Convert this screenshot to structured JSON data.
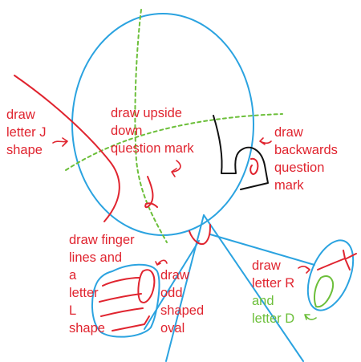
{
  "colors": {
    "guide_blue": "#2ba3e0",
    "ink_red": "#e0242f",
    "guide_green": "#6cbf3a",
    "ink_black": "#111111",
    "label_green": "#6cbf3a"
  },
  "labels": {
    "j_shape": [
      "draw",
      "letter  J",
      "shape"
    ],
    "question_mark": [
      "draw upside",
      "down",
      "question mark"
    ],
    "backwards_q": [
      "draw",
      "backwards",
      "question",
      "mark"
    ],
    "finger_lines": [
      "draw finger",
      "lines and",
      "a",
      "letter",
      "L",
      "shape"
    ],
    "odd_oval": [
      "draw",
      "odd",
      "shaped",
      "oval"
    ],
    "letter_r": [
      "draw",
      "letter  R"
    ],
    "letter_d": [
      "and",
      "letter  D"
    ]
  }
}
